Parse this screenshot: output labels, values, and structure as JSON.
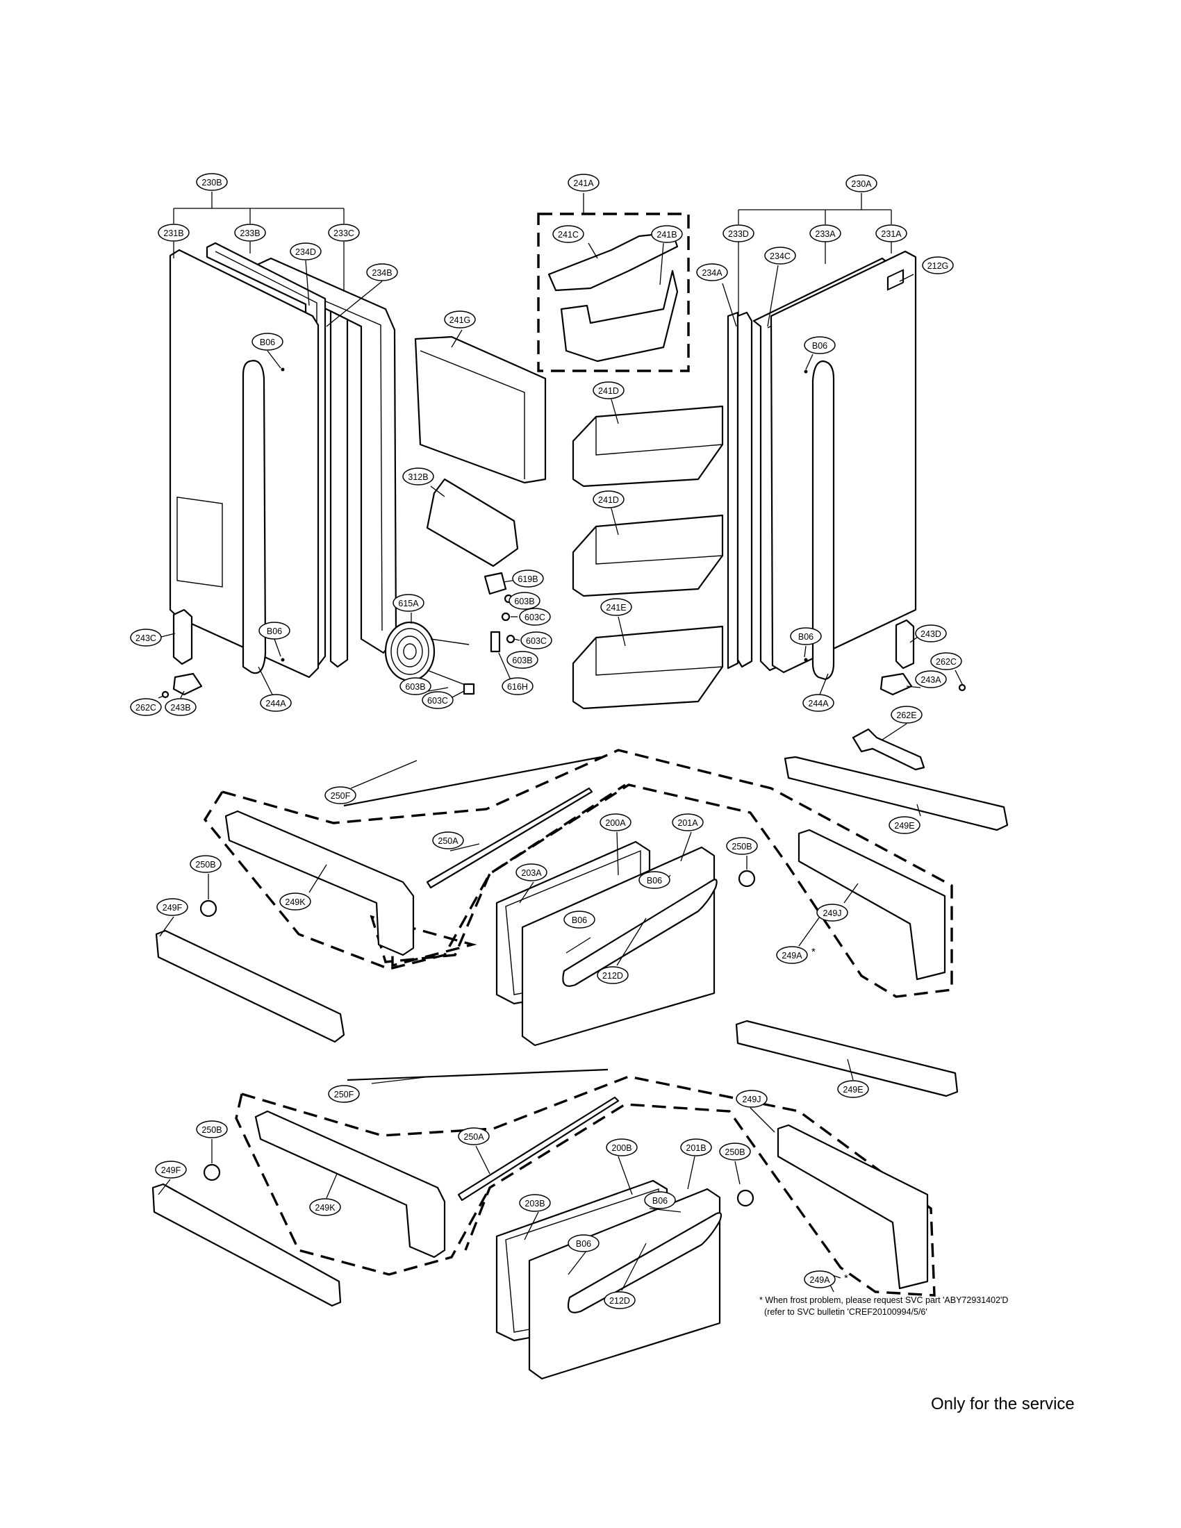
{
  "callouts": [
    "230B",
    "231B",
    "233B",
    "234D",
    "233C",
    "234B",
    "B06",
    "B06",
    "243C",
    "262C",
    "243B",
    "244A",
    "241A",
    "241C",
    "241B",
    "241G",
    "312B",
    "241D",
    "241D",
    "241E",
    "619B",
    "603B",
    "603C",
    "603C",
    "603B",
    "616H",
    "603B",
    "603C",
    "615A",
    "230A",
    "233D",
    "233A",
    "231A",
    "234C",
    "234A",
    "212G",
    "B06",
    "B06",
    "243D",
    "262C",
    "243A",
    "244A",
    "262E",
    "250F",
    "250A",
    "249K",
    "250B",
    "249F",
    "203A",
    "200A",
    "201A",
    "B06",
    "B06",
    "212D",
    "250B",
    "249E",
    "249J",
    "249A",
    "249E",
    "250F",
    "249J",
    "250A",
    "249K",
    "250B",
    "249F",
    "200B",
    "201B",
    "203B",
    "B06",
    "B06",
    "212D",
    "250B",
    "249A"
  ],
  "notes": {
    "frost_line1": "* When frost problem, please request SVC part 'ABY72931402'D",
    "frost_line2": "(refer to SVC bulletin 'CREF20100994/5/6'",
    "star1": "*",
    "star2": "*"
  },
  "footer": "Only for the service"
}
